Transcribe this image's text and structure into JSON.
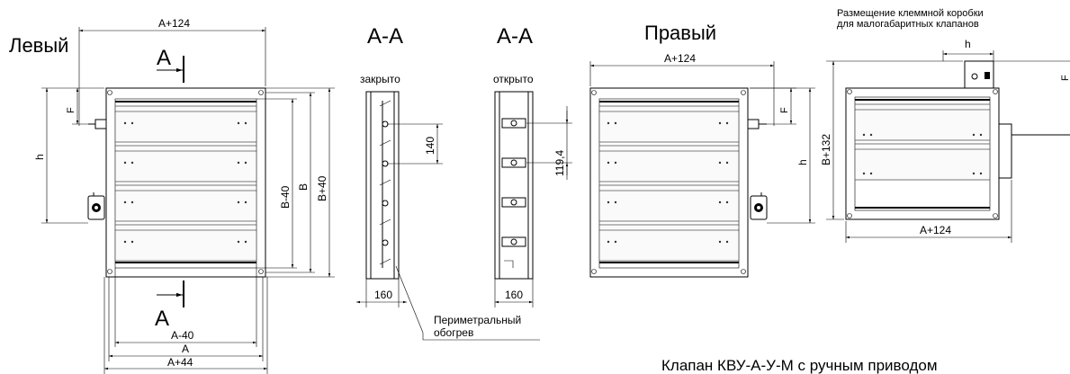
{
  "labels": {
    "left_view": "Левый",
    "right_view": "Правый",
    "section_a_1": "А-А",
    "section_a_2": "А-А",
    "closed": "закрыто",
    "open": "открыто",
    "section_mark_top": "А",
    "section_mark_bottom": "А",
    "terminal_box_line1": "Размещение клеммной коробки",
    "terminal_box_line2": "для малогабаритных клапанов",
    "heating_line1": "Периметральный",
    "heating_line2": "обогрев",
    "caption": "Клапан КВУ-А-У-М с ручным приводом"
  },
  "dimensions": {
    "left_top_width": "А+124",
    "left_f": "F",
    "left_h": "h",
    "left_b40": "В-40",
    "left_b": "В",
    "left_b_plus40": "В+40",
    "left_a40": "А-40",
    "left_a": "А",
    "left_a44": "А+44",
    "closed_pitch": "140",
    "closed_depth": "160",
    "open_pitch": "119,4",
    "open_depth": "160",
    "right_top_width": "А+124",
    "right_f": "F",
    "right_h": "h",
    "small_h": "h",
    "small_f": "F",
    "small_b132": "В+132",
    "small_a124": "А+124"
  }
}
